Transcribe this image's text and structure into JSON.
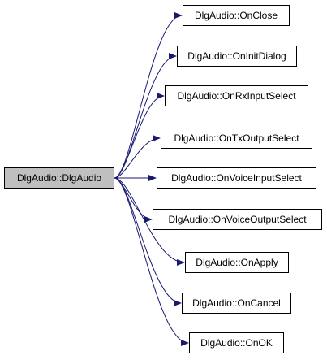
{
  "diagram": {
    "root": {
      "label": "DlgAudio::DlgAudio"
    },
    "callees": [
      {
        "label": "DlgAudio::OnClose"
      },
      {
        "label": "DlgAudio::OnInitDialog"
      },
      {
        "label": "DlgAudio::OnRxInputSelect"
      },
      {
        "label": "DlgAudio::OnTxOutputSelect"
      },
      {
        "label": "DlgAudio::OnVoiceInputSelect"
      },
      {
        "label": "DlgAudio::OnVoiceOutputSelect"
      },
      {
        "label": "DlgAudio::OnApply"
      },
      {
        "label": "DlgAudio::OnCancel"
      },
      {
        "label": "DlgAudio::OnOK"
      }
    ]
  },
  "colors": {
    "edge": "#191970",
    "root_fill": "#bfbfbf",
    "node_fill": "#ffffff",
    "border": "#000000"
  }
}
